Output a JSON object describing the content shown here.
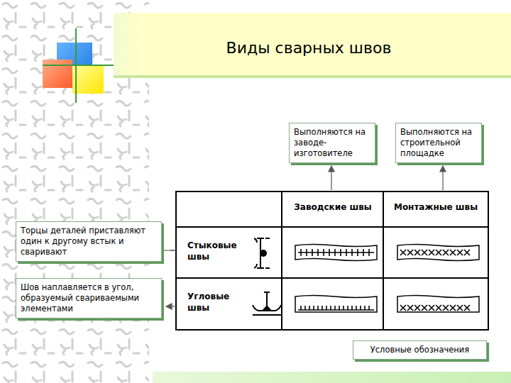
{
  "diagram": {
    "title": "Виды сварных швов",
    "nodes": [
      {
        "text": [
          "Выполняются на заводе-изготовителе"
        ]
      },
      {
        "text": [
          "Выполняются на строительной площадке"
        ]
      },
      {
        "text": [
          "Торцы деталей приставляют один к другому встык и сваривают"
        ]
      },
      {
        "text": [
          "Шов наплавляется в угол, образуемый свариваемыми элементами"
        ]
      },
      {
        "text": [
          "Условные обозначения"
        ]
      }
    ],
    "labels": [
      "Заводские швы",
      "Монтажные швы",
      "Стыковые швы",
      "Угловые швы"
    ]
  }
}
